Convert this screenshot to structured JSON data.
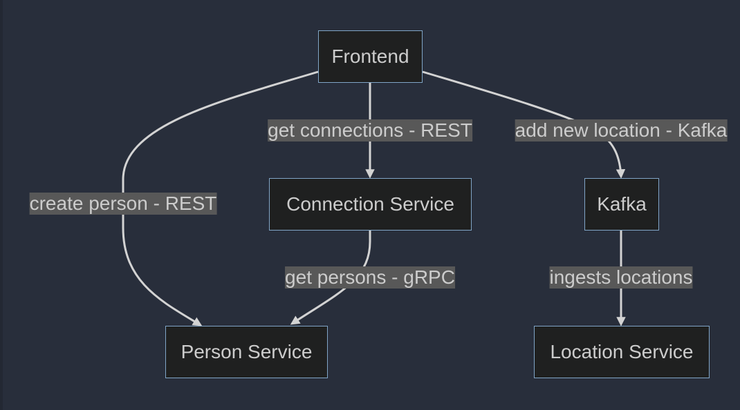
{
  "nodes": {
    "frontend": "Frontend",
    "connection_service": "Connection Service",
    "kafka": "Kafka",
    "person_service": "Person Service",
    "location_service": "Location Service"
  },
  "edges": {
    "frontend_to_connection": "get connections - REST",
    "frontend_to_kafka": "add new location - Kafka",
    "frontend_to_person": "create person - REST",
    "connection_to_person": "get persons - gRPC",
    "kafka_to_location": "ingests locations"
  },
  "colors": {
    "background": "#282e3b",
    "node_fill": "#1f2020",
    "node_border": "#81a6c8",
    "edge": "#d3d3d3",
    "label_background": "#585858",
    "text": "#cccccc"
  }
}
